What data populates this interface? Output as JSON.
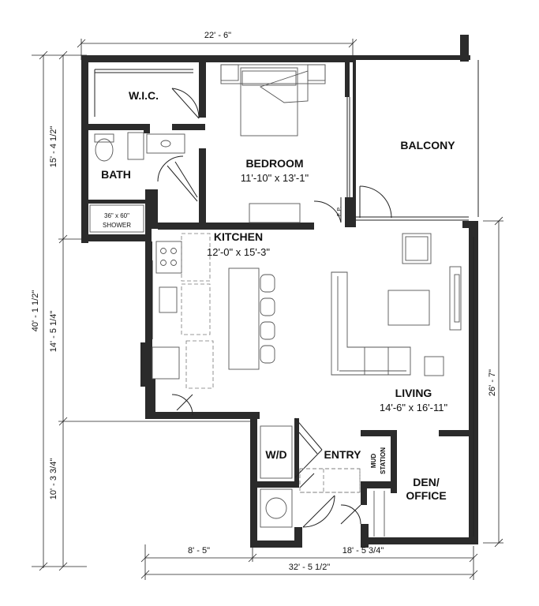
{
  "rooms": {
    "wic": "W.I.C.",
    "bedroom": {
      "name": "BEDROOM",
      "size": "11'-10\" x 13'-1\""
    },
    "bath": "BATH",
    "shower_size": "36\" x 60\"",
    "shower": "SHOWER",
    "balcony": "BALCONY",
    "ep": "E.P.",
    "kitchen": {
      "name": "KITCHEN",
      "size": "12'-0\" x 15'-3\""
    },
    "living": {
      "name": "LIVING",
      "size": "14'-6\" x 16'-11\""
    },
    "wd": "W/D",
    "entry": "ENTRY",
    "mud": "MUD",
    "station": "STATION",
    "den_line1": "DEN/",
    "den_line2": "OFFICE"
  },
  "dimensions": {
    "top_width": "22' - 6\"",
    "bottom_total": "32' - 5 1/2\"",
    "bottom_left": "8' - 5\"",
    "bottom_right": "18' - 5 3/4\"",
    "left_total": "40' - 1 1/2\"",
    "left_upper": "15' - 4 1/2\"",
    "left_middle": "14' - 5 1/4\"",
    "left_lower": "10' - 3 3/4\"",
    "right_height": "26' - 7\""
  }
}
